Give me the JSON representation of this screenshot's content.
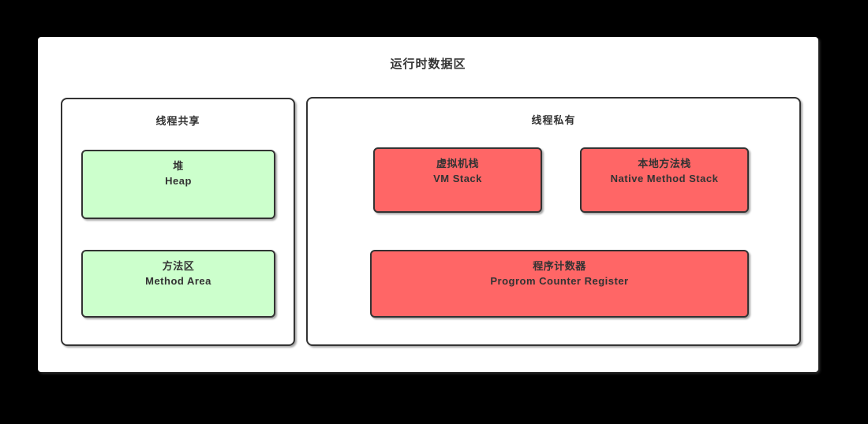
{
  "diagram": {
    "title": "运行时数据区",
    "panels": [
      {
        "label": "线程共享",
        "boxes": [
          {
            "zh": "堆",
            "en": "Heap"
          },
          {
            "zh": "方法区",
            "en": "Method Area"
          }
        ]
      },
      {
        "label": "线程私有",
        "boxes": [
          {
            "zh": "虚拟机栈",
            "en": "VM Stack"
          },
          {
            "zh": "本地方法栈",
            "en": "Native Method Stack"
          },
          {
            "zh": "程序计数器",
            "en": "Progrom Counter Register"
          }
        ]
      }
    ],
    "colors": {
      "background": "#000000",
      "canvas_fill": "#ffffff",
      "shared_box_fill": "#ccffcc",
      "private_box_fill": "#ff6666",
      "border": "#333333",
      "text": "#333333"
    }
  }
}
